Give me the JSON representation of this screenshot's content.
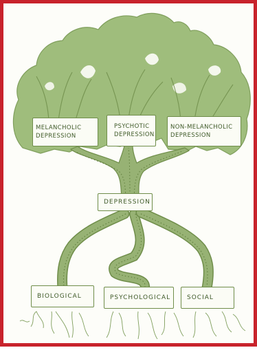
{
  "colors": {
    "frame": "#c8232c",
    "foliage": "#9fbd7c",
    "trunk": "#97b274",
    "outline": "#6f8d4a",
    "text": "#3f5a29"
  },
  "leaves": {
    "melancholic": [
      "MELANCHOLIC",
      "DEPRESSION"
    ],
    "psychotic": [
      "PSYCHOTIC",
      "DEPRESSION"
    ],
    "non_melancholic": [
      "NON-MELANCHOLIC",
      "DEPRESSION"
    ]
  },
  "trunk_label": "DEPRESSION",
  "roots": {
    "biological": "BIOLOGICAL",
    "psychological": "PSYCHOLOGICAL",
    "social": "SOCIAL"
  }
}
